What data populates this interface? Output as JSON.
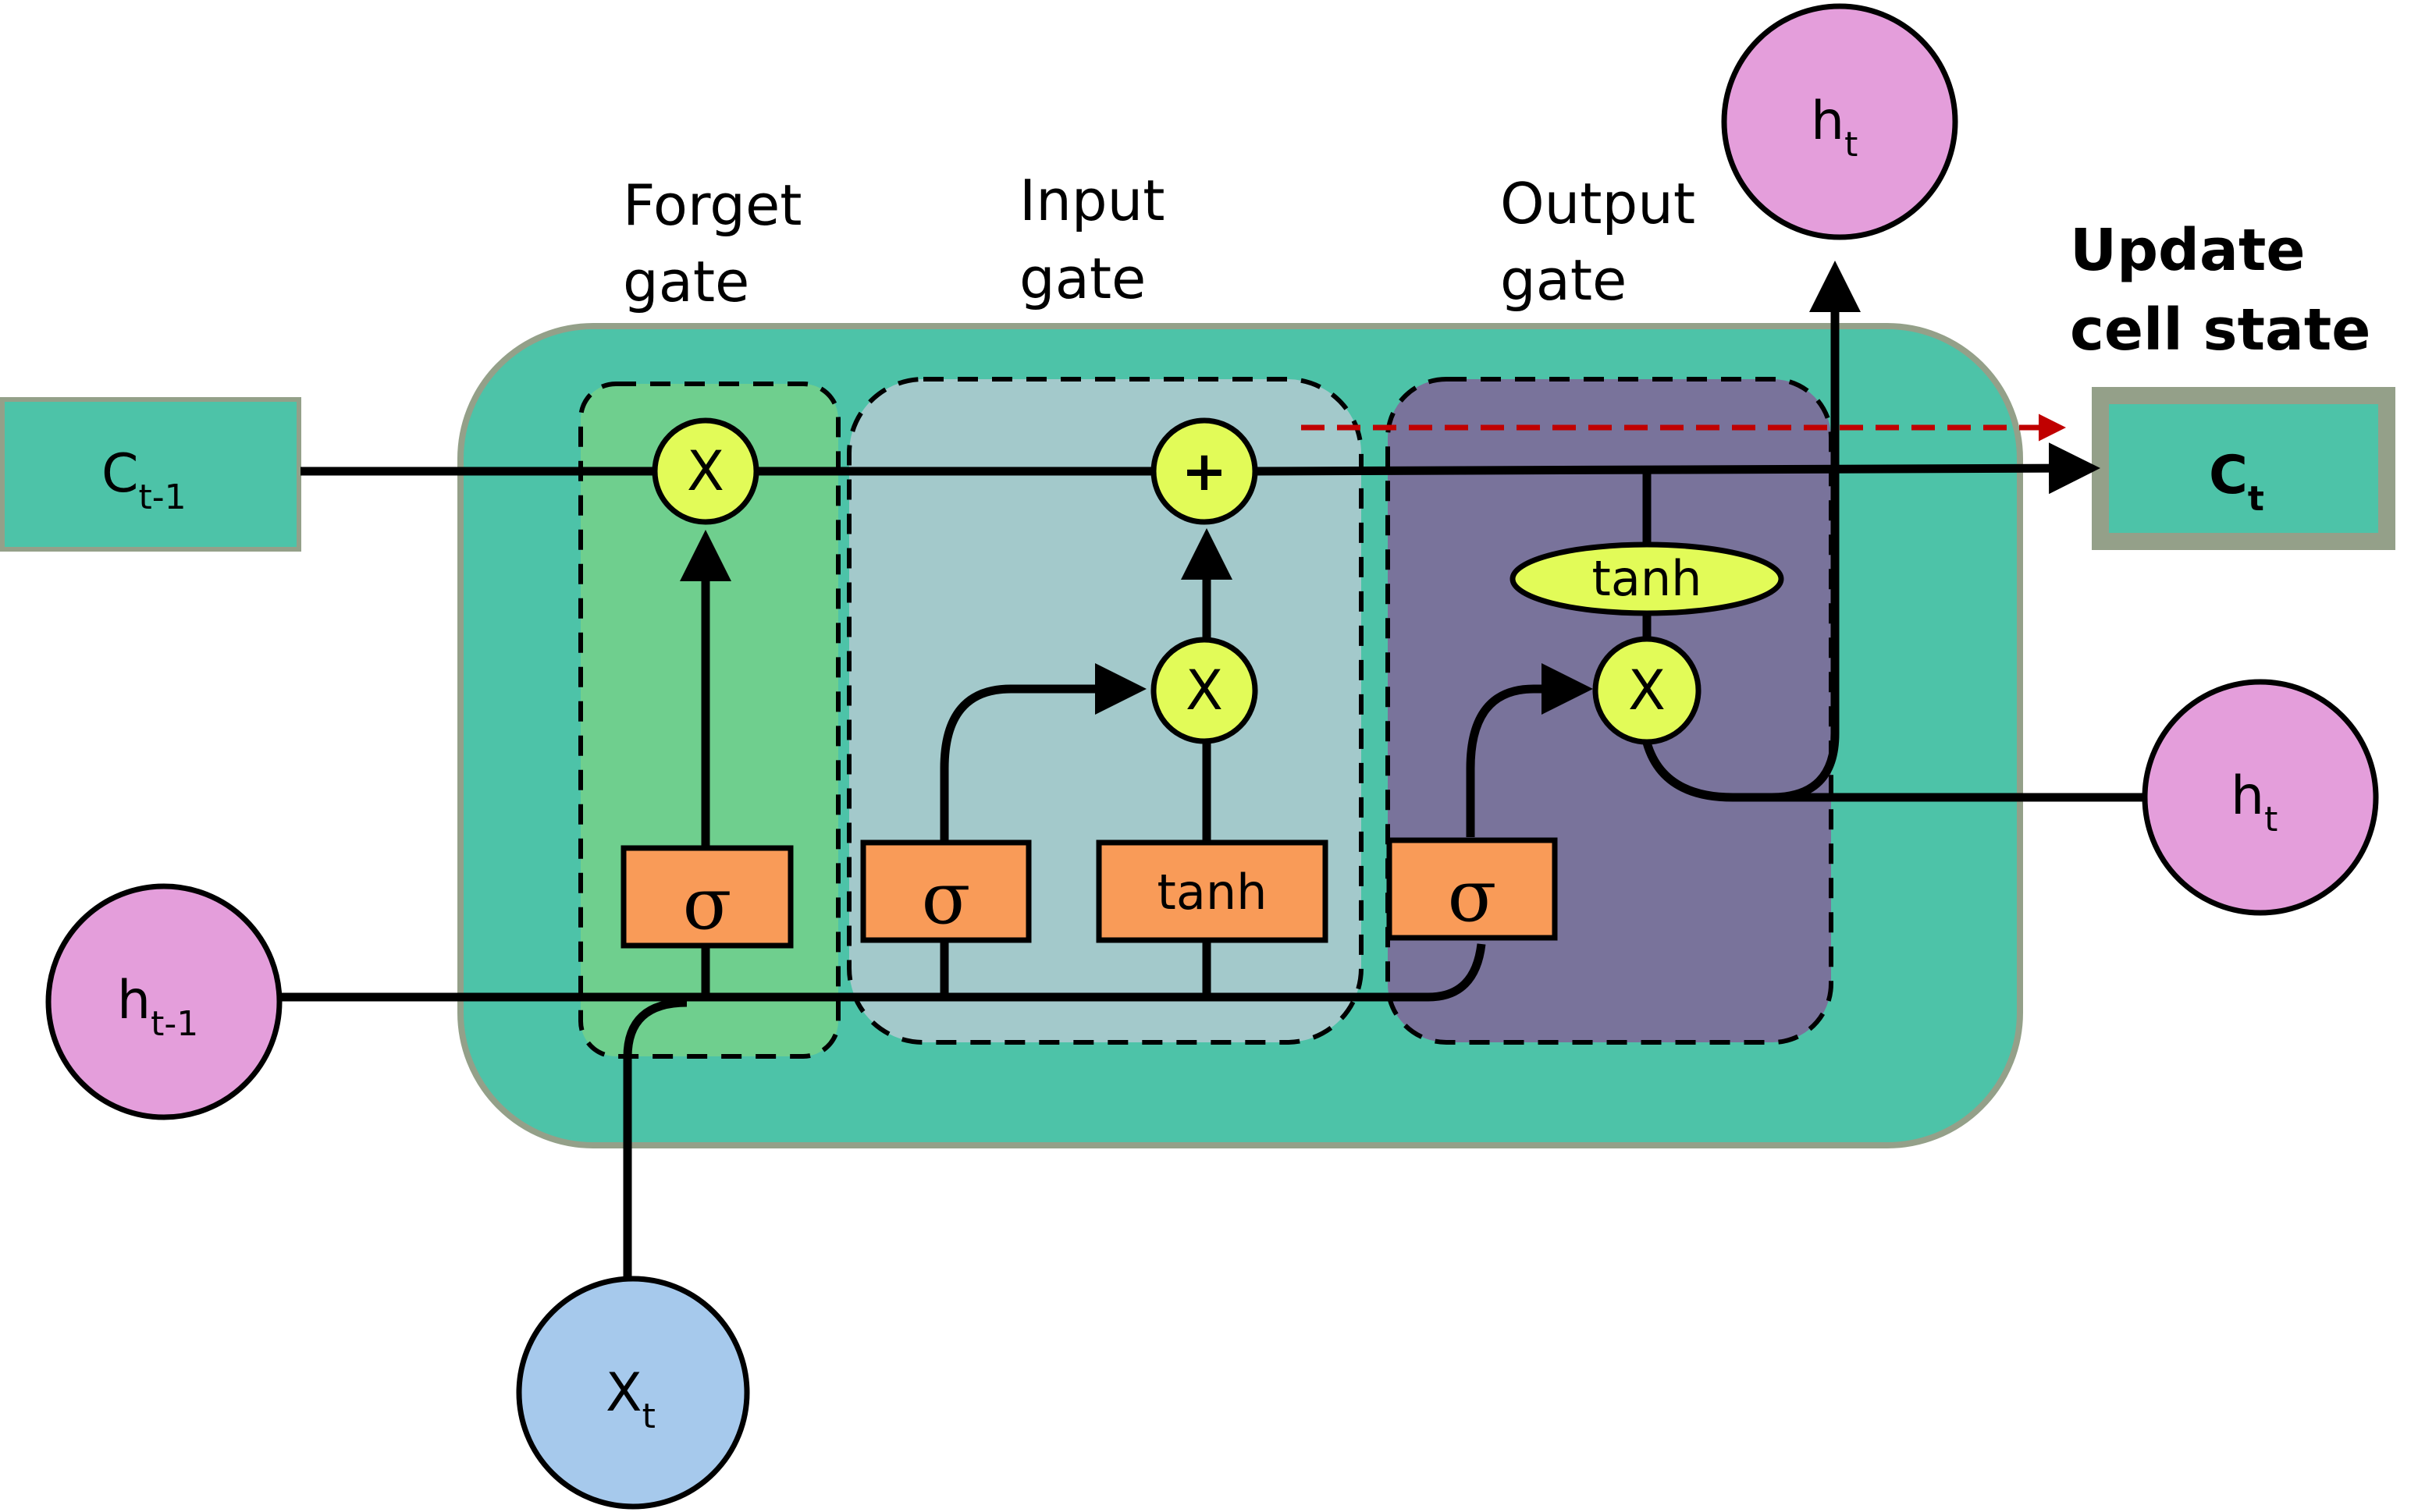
{
  "title": "LSTM cell diagram",
  "colors": {
    "cell_body": "#4DC3A8",
    "cell_border": "#94A089",
    "forget_gate_fill": "#6FCF8E",
    "input_gate_fill": "#A3C9CB",
    "output_gate_fill": "#79739B",
    "activation_box": "#F99B58",
    "operator_node": "#E2FB58",
    "hidden_state_node": "#E49EDB",
    "input_node": "#A6C9EC",
    "update_arrow": "#C00000"
  },
  "gates": {
    "forget": {
      "line1": "Forget",
      "line2": "gate"
    },
    "input": {
      "line1": "Input",
      "line2": "gate"
    },
    "output": {
      "line1": "Output",
      "line2": "gate"
    }
  },
  "update_cell_state": {
    "line1": "Update",
    "line2": "cell state"
  },
  "nodes": {
    "c_prev": {
      "base": "C",
      "sub": "t-1"
    },
    "c_next": {
      "base": "C",
      "sub": "t"
    },
    "h_prev": {
      "base": "h",
      "sub": "t-1"
    },
    "h_out_top": {
      "base": "h",
      "sub": "t"
    },
    "h_out_right": {
      "base": "h",
      "sub": "t"
    },
    "x_in": {
      "base": "X",
      "sub": "t"
    }
  },
  "operators": {
    "forget_multiply": "X",
    "cell_add": "+",
    "input_multiply": "X",
    "output_multiply": "X",
    "output_tanh": "tanh"
  },
  "activations": {
    "forget_sigma": "σ",
    "input_sigma": "σ",
    "input_tanh": "tanh",
    "output_sigma": "σ"
  }
}
